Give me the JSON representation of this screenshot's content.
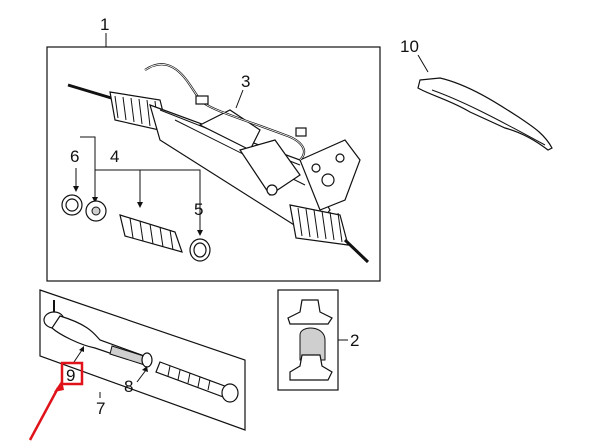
{
  "diagram": {
    "callouts": {
      "c1": "1",
      "c2": "2",
      "c3": "3",
      "c4": "4",
      "c5": "5",
      "c6": "6",
      "c7": "7",
      "c8": "8",
      "c9": "9",
      "c10": "10"
    },
    "colors": {
      "line": "#111111",
      "highlight": "#e0121a",
      "background": "#ffffff"
    },
    "highlighted_callout": "9"
  }
}
